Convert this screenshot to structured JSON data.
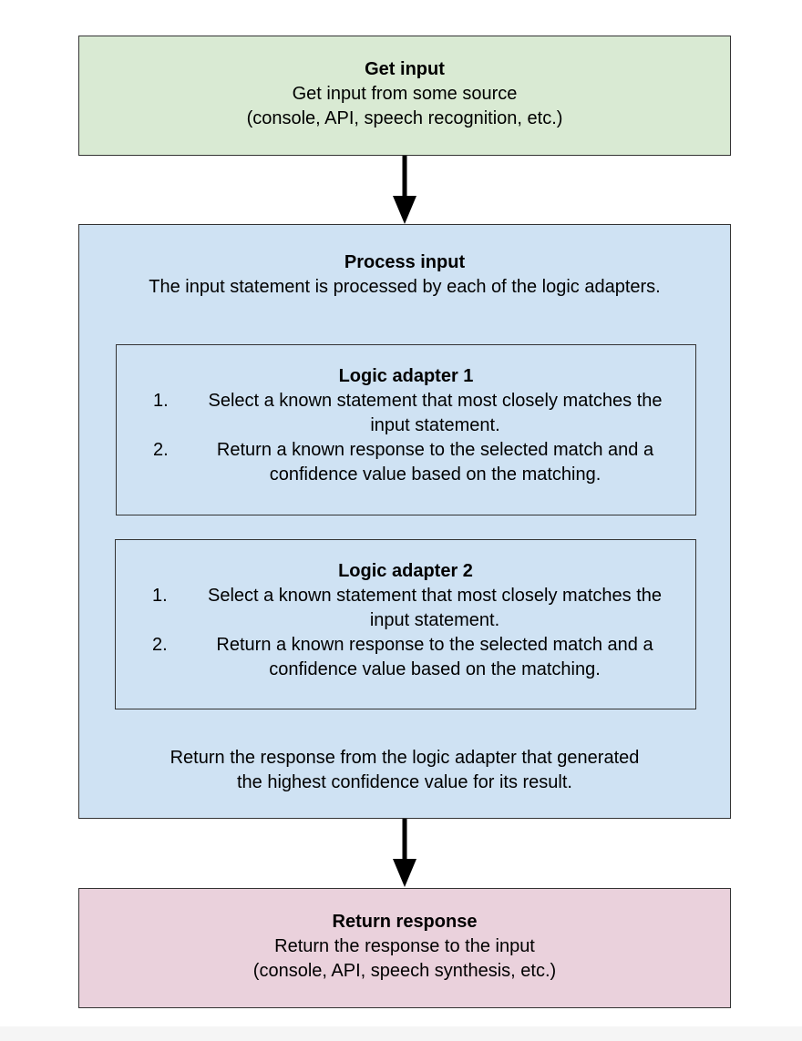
{
  "diagram": {
    "get_input": {
      "title": "Get input",
      "lines": [
        "Get input from some source",
        "(console, API, speech recognition, etc.)"
      ],
      "fill": "#d9ead3"
    },
    "process_input": {
      "title": "Process input",
      "subtitle": "The input statement is processed by each of the logic adapters.",
      "fill": "#cfe2f3",
      "adapters": [
        {
          "title": "Logic adapter 1",
          "steps": [
            {
              "num": "1.",
              "text": "Select a known statement that most closely matches the input statement."
            },
            {
              "num": "2.",
              "text": "Return a known response to the selected match and a confidence value based on the matching."
            }
          ]
        },
        {
          "title": "Logic adapter 2",
          "steps": [
            {
              "num": "1.",
              "text": "Select a known statement that most closely matches the input statement."
            },
            {
              "num": "2.",
              "text": "Return a known response to the selected match and a confidence value based on the matching."
            }
          ]
        }
      ],
      "footer_lines": [
        "Return the response from the logic adapter that generated",
        "the highest confidence value for its result."
      ]
    },
    "return_response": {
      "title": "Return response",
      "lines": [
        "Return the response to the input",
        "(console, API, speech synthesis, etc.)"
      ],
      "fill": "#ead1dc"
    }
  }
}
